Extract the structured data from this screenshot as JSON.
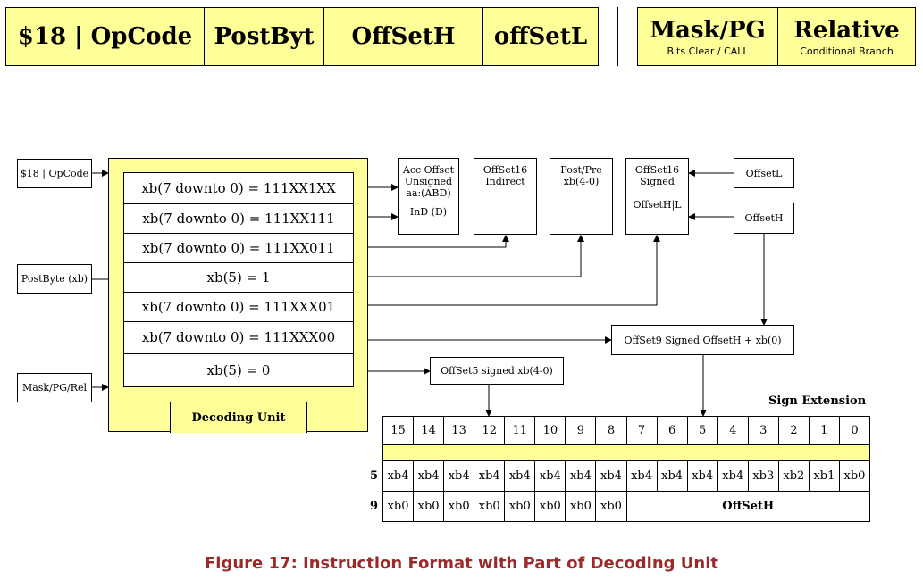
{
  "instruction_format": {
    "cells": [
      "$18 | OpCode",
      "PostByt",
      "OffSetH",
      "offSetL"
    ],
    "mask_pg": {
      "title": "Mask/PG",
      "sub": "Bits Clear / CALL"
    },
    "relative": {
      "title": "Relative",
      "sub": "Conditional Branch"
    }
  },
  "inputs": {
    "opcode": "$18 | OpCode",
    "postbyte": "PostByte (xb)",
    "mask": "Mask/PG/Rel"
  },
  "decoding_unit": {
    "label": "Decoding Unit",
    "rules": [
      "xb(7 downto 0) = 111XX1XX",
      "xb(7 downto 0) = 111XX111",
      "xb(7 downto 0) = 111XX011",
      "xb(5) = 1",
      "xb(7 downto 0) = 111XXX01",
      "xb(7 downto 0) = 111XXX00",
      "xb(5) = 0"
    ]
  },
  "outputs": {
    "acc_offset": [
      "Acc Offset",
      "Unsigned",
      "aa:(ABD)",
      "",
      "InD (D)"
    ],
    "offset16_indirect": [
      "OffSet16",
      "Indirect"
    ],
    "post_pre": [
      "Post/Pre",
      "xb(4-0)"
    ],
    "offset16_signed": [
      "OffSet16",
      "Signed",
      "",
      "OffsetH|L"
    ],
    "offsetl": "OffsetL",
    "offseth": "OffsetH",
    "offset9": "OffSet9  Signed   OffsetH + xb(0)",
    "offset5": "OffSet5 signed xb(4-0)"
  },
  "sign_extension": {
    "title": "Sign Extension",
    "bits": [
      "15",
      "14",
      "13",
      "12",
      "11",
      "10",
      "9",
      "8",
      "7",
      "6",
      "5",
      "4",
      "3",
      "2",
      "1",
      "0"
    ],
    "row5_label": "5",
    "row5": [
      "xb4",
      "xb4",
      "xb4",
      "xb4",
      "xb4",
      "xb4",
      "xb4",
      "xb4",
      "xb4",
      "xb4",
      "xb4",
      "xb4",
      "xb3",
      "xb2",
      "xb1",
      "xb0"
    ],
    "row9_label": "9",
    "row9": [
      "xb0",
      "xb0",
      "xb0",
      "xb0",
      "xb0",
      "xb0",
      "xb0",
      "xb0"
    ],
    "row9_tail": "OffSetH"
  },
  "caption": "Figure 17: Instruction Format with Part of Decoding Unit",
  "colors": {
    "fill": "#ffff99",
    "caption": "#9b2a2a",
    "stroke": "#000000"
  }
}
